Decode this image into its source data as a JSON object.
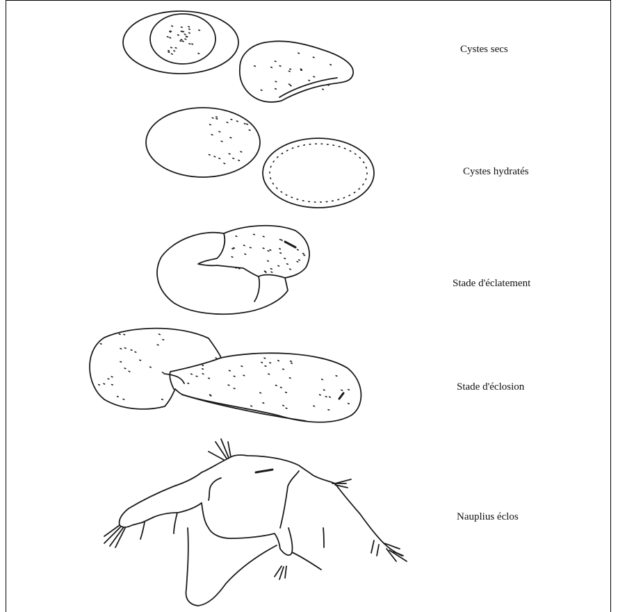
{
  "stages": [
    {
      "label": "Cystes secs"
    },
    {
      "label": "Cystes hydratés"
    },
    {
      "label": "Stade d'éclatement"
    },
    {
      "label": "Stade d'éclosion"
    },
    {
      "label": "Nauplius éclos"
    }
  ],
  "colors": {
    "ink": "#1a1a1a",
    "background": "#ffffff"
  }
}
